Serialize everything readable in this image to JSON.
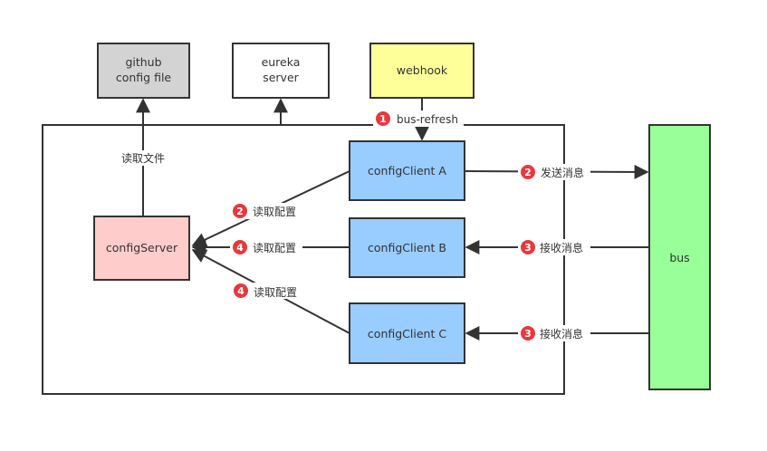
{
  "diagram": {
    "title": "Spring Cloud Bus config refresh flow",
    "colors": {
      "stroke": "#333333",
      "github_fill": "#d3d3d3",
      "eureka_fill": "#ffffff",
      "webhook_fill": "#ffff99",
      "server_fill": "#ffcccc",
      "client_fill": "#99ccff",
      "bus_fill": "#99ff99",
      "badge_fill": "#e8383d"
    },
    "nodes": {
      "github": {
        "line1": "github",
        "line2": "config file"
      },
      "eureka": {
        "line1": "eureka",
        "line2": "server"
      },
      "webhook": {
        "label": "webhook"
      },
      "config_server": {
        "label": "configServer"
      },
      "client_a": {
        "label": "configClient A"
      },
      "client_b": {
        "label": "configClient B"
      },
      "client_c": {
        "label": "configClient C"
      },
      "bus": {
        "label": "bus"
      }
    },
    "edges": {
      "read_file": {
        "label": "读取文件"
      },
      "bus_refresh": {
        "step": "1",
        "label": "bus-refresh"
      },
      "a_read_config": {
        "step": "2",
        "label": "读取配置"
      },
      "b_read_config": {
        "step": "4",
        "label": "读取配置"
      },
      "c_read_config": {
        "step": "4",
        "label": "读取配置"
      },
      "a_send_message": {
        "step": "2",
        "label": "发送消息"
      },
      "b_receive_message": {
        "step": "3",
        "label": "接收消息"
      },
      "c_receive_message": {
        "step": "3",
        "label": "接收消息"
      }
    }
  }
}
